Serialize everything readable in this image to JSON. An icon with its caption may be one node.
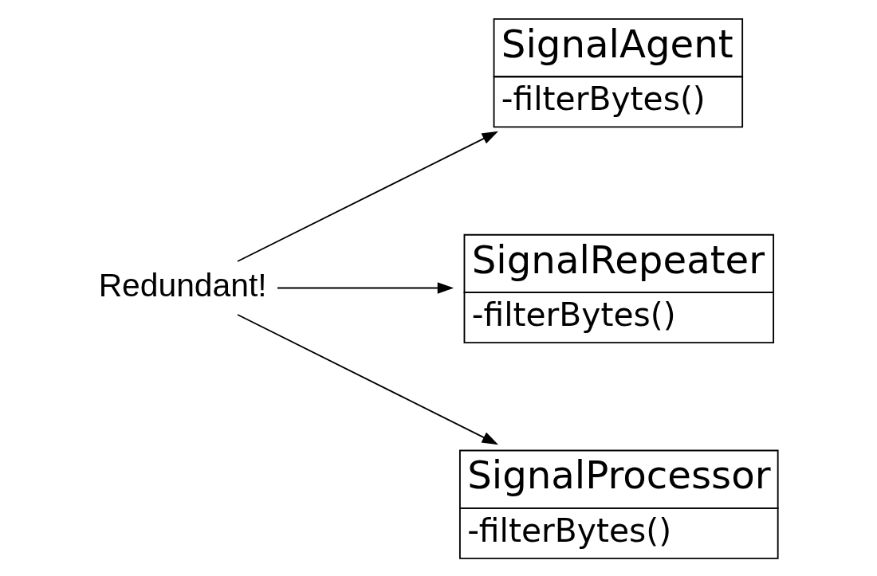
{
  "diagram": {
    "nodes": [
      {
        "text": [
          "Redundant!"
        ]
      },
      {
        "text": [
          "SignalAgent",
          "-filterBytes()"
        ]
      },
      {
        "text": [
          "SignalRepeater",
          "-filterBytes()"
        ]
      },
      {
        "text": [
          "SignalProcessor",
          "-filterBytes()"
        ]
      }
    ],
    "edges": [
      {
        "from": 0,
        "to": 1,
        "arrow": "to"
      },
      {
        "from": 0,
        "to": 2,
        "arrow": "to"
      },
      {
        "from": 0,
        "to": 3,
        "arrow": "to"
      }
    ]
  }
}
